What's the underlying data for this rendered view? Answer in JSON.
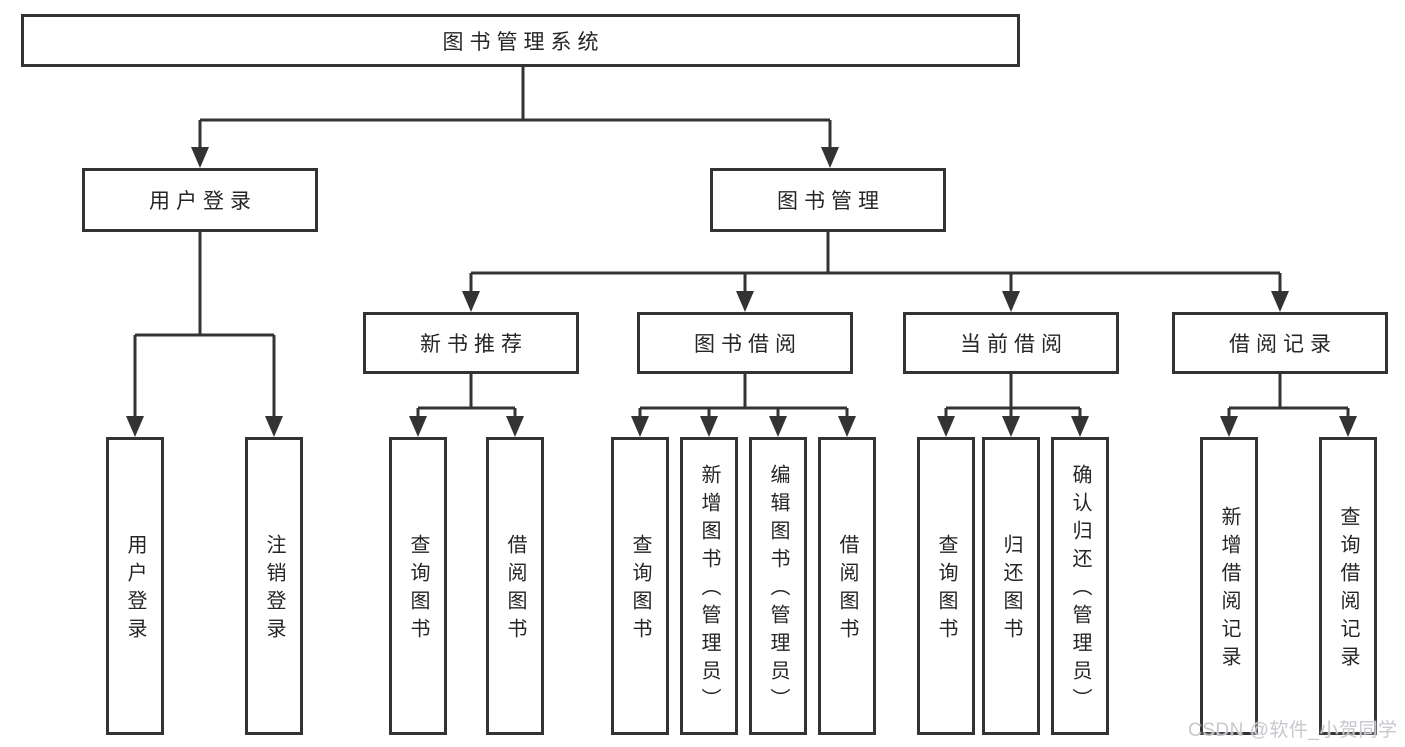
{
  "diagram": {
    "root": {
      "label": "图书管理系统"
    },
    "level2": [
      {
        "label": "用户登录",
        "children": [
          "用户登录",
          "注销登录"
        ]
      },
      {
        "label": "图书管理"
      }
    ],
    "level3": [
      {
        "label": "新书推荐",
        "children": [
          "查询图书",
          "借阅图书"
        ]
      },
      {
        "label": "图书借阅",
        "children": [
          "查询图书",
          "新增图书（管理员）",
          "编辑图书（管理员）",
          "借阅图书"
        ]
      },
      {
        "label": "当前借阅",
        "children": [
          "查询图书",
          "归还图书",
          "确认归还（管理员）"
        ]
      },
      {
        "label": "借阅记录",
        "children": [
          "新增借阅记录",
          "查询借阅记录"
        ]
      }
    ]
  },
  "watermark": {
    "text": "CSDN @软件_小贺同学"
  },
  "colors": {
    "line": "#333333",
    "box_border": "#333333",
    "box_fill": "#ffffff",
    "text": "#262626",
    "watermark": "#c7c8ce",
    "background": "#ffffff"
  }
}
